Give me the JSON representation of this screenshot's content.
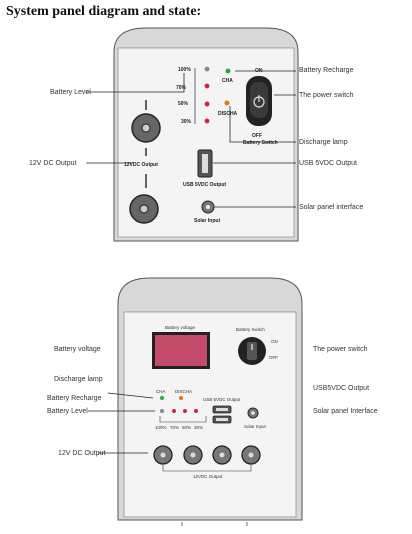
{
  "heading": "System panel diagram and state:",
  "panel1": {
    "callouts": {
      "battery_level": "Battery Level",
      "output_12v": "12V DC Output",
      "battery_recharge": "Battery Recharge",
      "power_switch": "The power switch",
      "discharge_lamp": "Discharge lamp",
      "usb_output": "USB 5VDC Output",
      "solar_interface": "Solar panel interface"
    },
    "level_labels": [
      "100%",
      "70%",
      "50%",
      "30%"
    ],
    "on_label": "ON",
    "switch_on": "ON",
    "switch_off": "OFF",
    "switch_caption": "Battery Switch",
    "chg_label": "CHA",
    "dis_label": "DISCHA",
    "dc_label": "12VDC Output",
    "usb_label": "USB 5VDC Output",
    "solar_label": "Solar Input"
  },
  "panel2": {
    "callouts": {
      "battery_voltage": "Battery voltage",
      "power_switch": "The power switch",
      "discharge_lamp": "Discharge lamp",
      "usb_output": "USB5VDC Output",
      "battery_recharge": "Battery Recharge",
      "solar_interface": "Solar panel Interface",
      "battery_level": "Battery Level",
      "output_12v": "12V DC Output"
    },
    "display_label": "Battery voltage",
    "switch_label": "Battery Switch",
    "switch_on": "ON",
    "switch_off": "OFF",
    "chg_label": "CHA",
    "dis_label": "DISCHA",
    "usb_label": "USB 5VDC Output",
    "solar_label": "Solar Input",
    "level_labels": [
      "100%",
      "70%",
      "50%",
      "30%"
    ],
    "dc_label": "12VDC Output"
  },
  "colors": {
    "panel": "#d8d8d8",
    "face": "#f4f4f4",
    "led_green": "#2aa84a",
    "led_orange": "#e07a10",
    "led_red": "#c8283c",
    "display": "#c44a6a"
  }
}
